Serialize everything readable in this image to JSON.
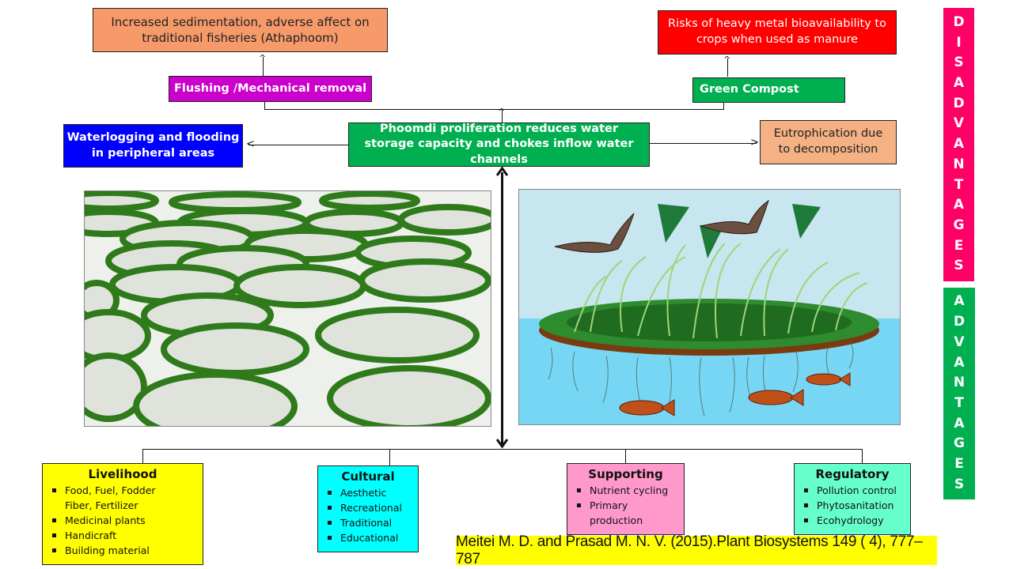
{
  "disadvantages": {
    "sedimentation": "Increased sedimentation, adverse affect on traditional fisheries (Athaphoom)",
    "heavy_metal": "Risks of heavy metal  bioavailability to crops when used as manure",
    "flushing": "Flushing /Mechanical removal",
    "green_compost": "Green Compost",
    "waterlogging": "Waterlogging and flooding in peripheral areas",
    "central": "Phoomdi proliferation reduces  water storage capacity and chokes inflow water channels",
    "eutrophication": "Eutrophication  due to decomposition"
  },
  "side_labels": {
    "disadvantages": [
      "D",
      "I",
      "S",
      "A",
      "D",
      "V",
      "A",
      "N",
      "T",
      "A",
      "G",
      "E",
      "S"
    ],
    "advantages": [
      "A",
      "D",
      "V",
      "A",
      "N",
      "T",
      "A",
      "G",
      "E",
      "S"
    ]
  },
  "images": {
    "photo": "aerial-phoomdi-photo",
    "illustration": "floating-phoomdi-illustration"
  },
  "advantages": [
    {
      "title": "Livelihood",
      "items": [
        "Food, Fuel, Fodder",
        "Fiber, Fertilizer",
        "Medicinal plants",
        "Handicraft",
        "Building material"
      ],
      "continued": [
        1
      ]
    },
    {
      "title": "Cultural",
      "items": [
        "Aesthetic",
        "Recreational",
        "Traditional",
        "Educational"
      ]
    },
    {
      "title": "Supporting",
      "items": [
        "Nutrient cycling",
        "Primary",
        "production"
      ],
      "continued": [
        2
      ]
    },
    {
      "title": "Regulatory",
      "items": [
        "Pollution control",
        "Phytosanitation",
        "Ecohydrology"
      ]
    }
  ],
  "citation": "Meitei M. D. and Prasad M. N. V. (2015).Plant Biosystems 149 ( 4), 777–787",
  "colors": {
    "sedimentation": "#f79a6a",
    "heavy_metal": "#ff0000",
    "flushing": "#cc00cc",
    "green": "#00b050",
    "waterlogging": "#0000ff",
    "eutrophication": "#f4b183",
    "disadvantages_bar": "#ff0066",
    "advantages_bar": "#00b050",
    "livelihood": "#ffff00",
    "cultural": "#00ffff",
    "supporting": "#ff99cc",
    "regulatory": "#66ffcc",
    "citation": "#ffff00"
  }
}
